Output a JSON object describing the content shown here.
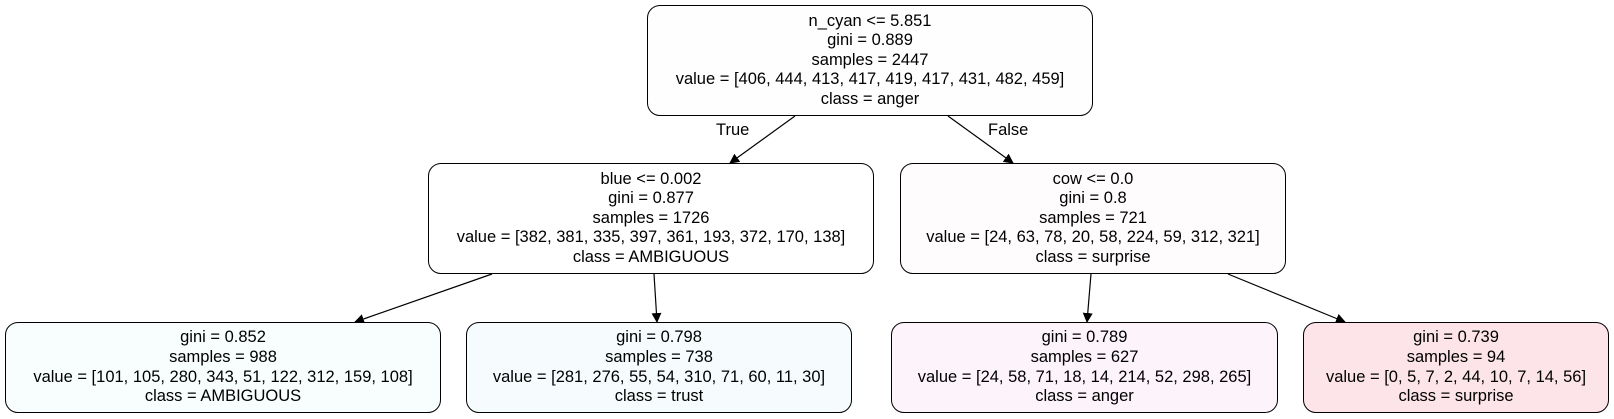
{
  "tree": {
    "nodes": [
      {
        "id": "n0",
        "split": "n_cyan <= 5.851",
        "gini": "gini = 0.889",
        "samples": "samples = 2447",
        "value": "value = [406, 444, 413, 417, 419, 417, 431, 482, 459]",
        "class": "class = anger",
        "fill": "#fefefe"
      },
      {
        "id": "n1",
        "split": "blue <= 0.002",
        "gini": "gini = 0.877",
        "samples": "samples = 1726",
        "value": "value = [382, 381, 335, 397, 361, 193, 372, 170, 138]",
        "class": "class = AMBIGUOUS",
        "fill": "#ffffff"
      },
      {
        "id": "n2",
        "split": "cow <= 0.0",
        "gini": "gini = 0.8",
        "samples": "samples = 721",
        "value": "value = [24, 63, 78, 20, 58, 224, 59, 312, 321]",
        "class": "class = surprise",
        "fill": "#fffcfd"
      },
      {
        "id": "n3",
        "gini": "gini = 0.852",
        "samples": "samples = 988",
        "value": "value = [101, 105, 280, 343, 51, 122, 312, 159, 108]",
        "class": "class = AMBIGUOUS",
        "fill": "#f8fefd"
      },
      {
        "id": "n4",
        "gini": "gini = 0.798",
        "samples": "samples = 738",
        "value": "value = [281, 276, 55, 54, 310, 71, 60, 11, 30]",
        "class": "class = trust",
        "fill": "#f6fcfd"
      },
      {
        "id": "n5",
        "gini": "gini = 0.789",
        "samples": "samples = 627",
        "value": "value = [24, 58, 71, 18, 14, 214, 52, 298, 265]",
        "class": "class = anger",
        "fill": "#fdf4fb"
      },
      {
        "id": "n6",
        "gini": "gini = 0.739",
        "samples": "samples = 94",
        "value": "value = [0, 5, 7, 2, 44, 10, 7, 14, 56]",
        "class": "class = surprise",
        "fill": "#fce4e9"
      }
    ],
    "edges": [
      {
        "from": "n0",
        "to": "n1",
        "label": "True"
      },
      {
        "from": "n0",
        "to": "n2",
        "label": "False"
      },
      {
        "from": "n1",
        "to": "n3",
        "label": ""
      },
      {
        "from": "n1",
        "to": "n4",
        "label": ""
      },
      {
        "from": "n2",
        "to": "n5",
        "label": ""
      },
      {
        "from": "n2",
        "to": "n6",
        "label": ""
      }
    ]
  }
}
